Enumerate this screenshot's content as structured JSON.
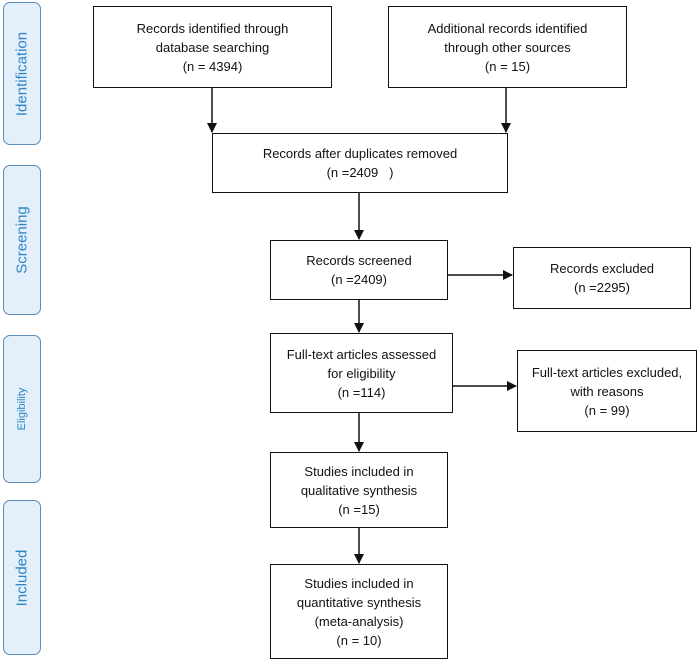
{
  "phases": {
    "identification": "Identification",
    "screening": "Screening",
    "eligibility": "Eligibility",
    "included": "Included"
  },
  "boxes": {
    "db_search": [
      "Records identified through",
      "database searching",
      "(n = 4394)"
    ],
    "other_sources": [
      "Additional records identified",
      "through other sources",
      "(n = 15)"
    ],
    "after_duplicates": [
      "Records after duplicates removed",
      "(n =2409   )"
    ],
    "screened": [
      "Records screened",
      "(n =2409)"
    ],
    "excluded": [
      "Records excluded",
      "(n =2295)"
    ],
    "fulltext_assessed": [
      "Full-text articles assessed",
      "for eligibility",
      "(n =114)"
    ],
    "fulltext_excluded": [
      "Full-text articles excluded,",
      "with reasons",
      "(n = 99)"
    ],
    "qualitative": [
      "Studies included in",
      "qualitative synthesis",
      "(n =15)"
    ],
    "quantitative": [
      "Studies included in",
      "quantitative synthesis",
      "(meta-analysis)",
      "(n = 10)"
    ]
  },
  "colors": {
    "phase_fill": "#e3effa",
    "phase_border": "#5b8bb6",
    "phase_text": "#2e86c6",
    "box_border": "#111111",
    "arrow": "#111111"
  }
}
